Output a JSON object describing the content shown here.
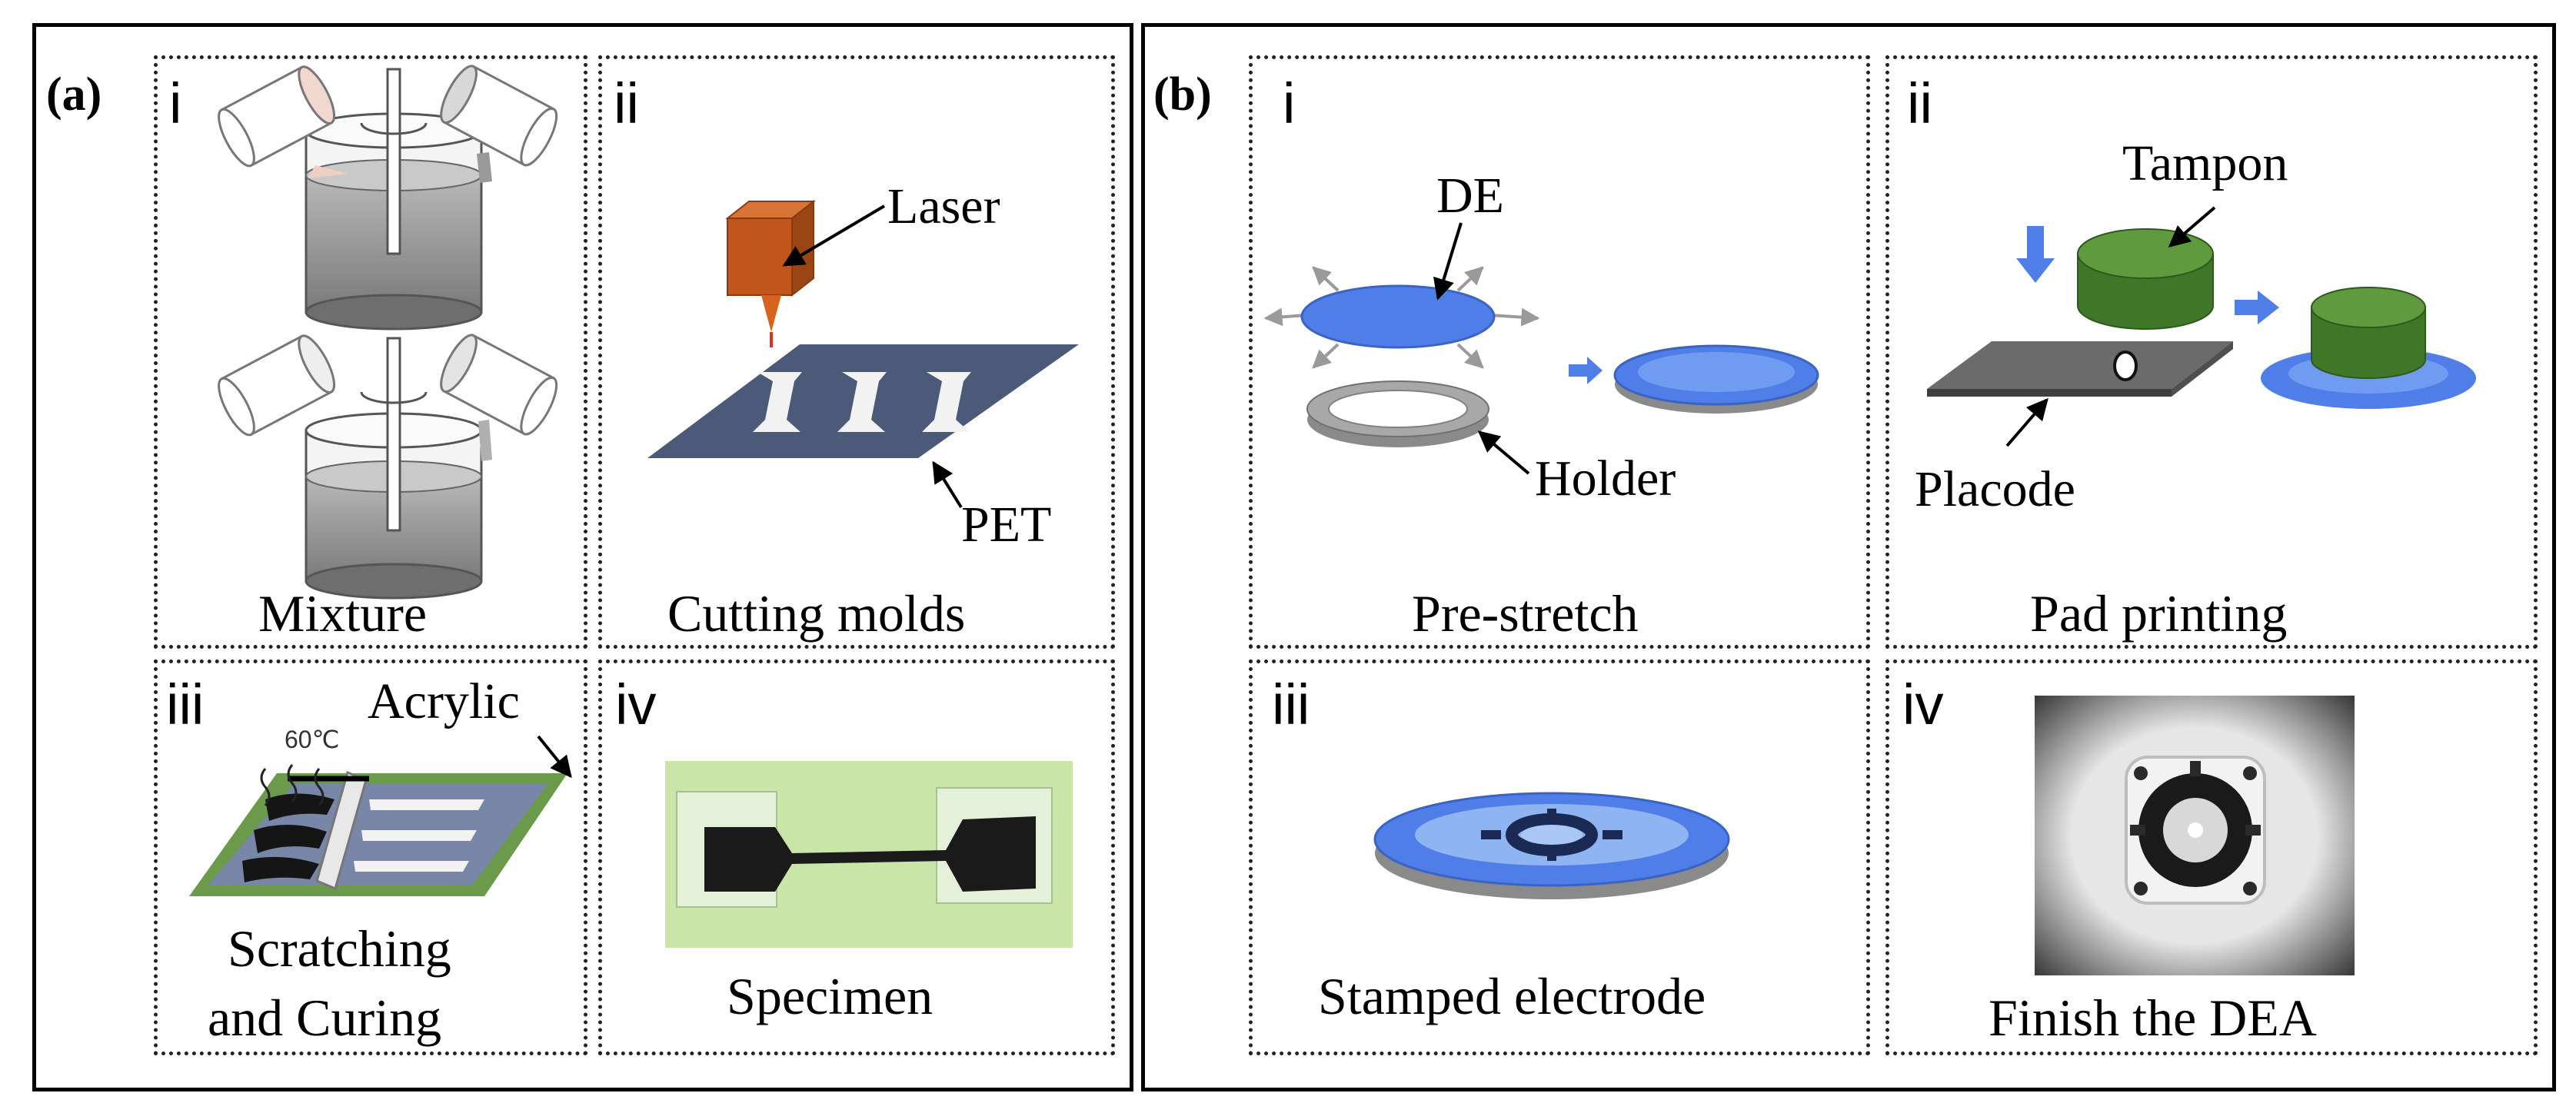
{
  "panel_a": {
    "tag": "(a)",
    "cells": [
      {
        "numeral": "i",
        "caption": "Mixture"
      },
      {
        "numeral": "ii",
        "caption": "Cutting molds",
        "labels": {
          "laser": "Laser",
          "pet": "PET"
        }
      },
      {
        "numeral": "iii",
        "caption_line1": "Scratching",
        "caption_line2": "and Curing",
        "labels": {
          "acrylic": "Acrylic",
          "temperature": "60℃"
        }
      },
      {
        "numeral": "iv",
        "caption": "Specimen"
      }
    ]
  },
  "panel_b": {
    "tag": "(b)",
    "cells": [
      {
        "numeral": "i",
        "caption": "Pre-stretch",
        "labels": {
          "de": "DE",
          "holder": "Holder"
        }
      },
      {
        "numeral": "ii",
        "caption": "Pad printing",
        "labels": {
          "tampon": "Tampon",
          "placode": "Placode"
        }
      },
      {
        "numeral": "iii",
        "caption": "Stamped electrode"
      },
      {
        "numeral": "iv",
        "caption": "Finish the DEA"
      }
    ]
  },
  "colors": {
    "frame": "#000000",
    "dotted_border": "#222222",
    "laser_orange": "#c0561b",
    "pet_navy": "#4a5a78",
    "de_blue": "#4f7ee8",
    "light_blue": "#8fb4f2",
    "holder_gray": "#8a8a8a",
    "tampon_green": "#4d8a32",
    "plate_gray": "#6b6b6b",
    "acrylic_green": "#6a9a4a",
    "specimen_bg": "#c9e6a8",
    "specimen_black": "#1a1a1a",
    "photo_gray": "#8f8f8f"
  }
}
